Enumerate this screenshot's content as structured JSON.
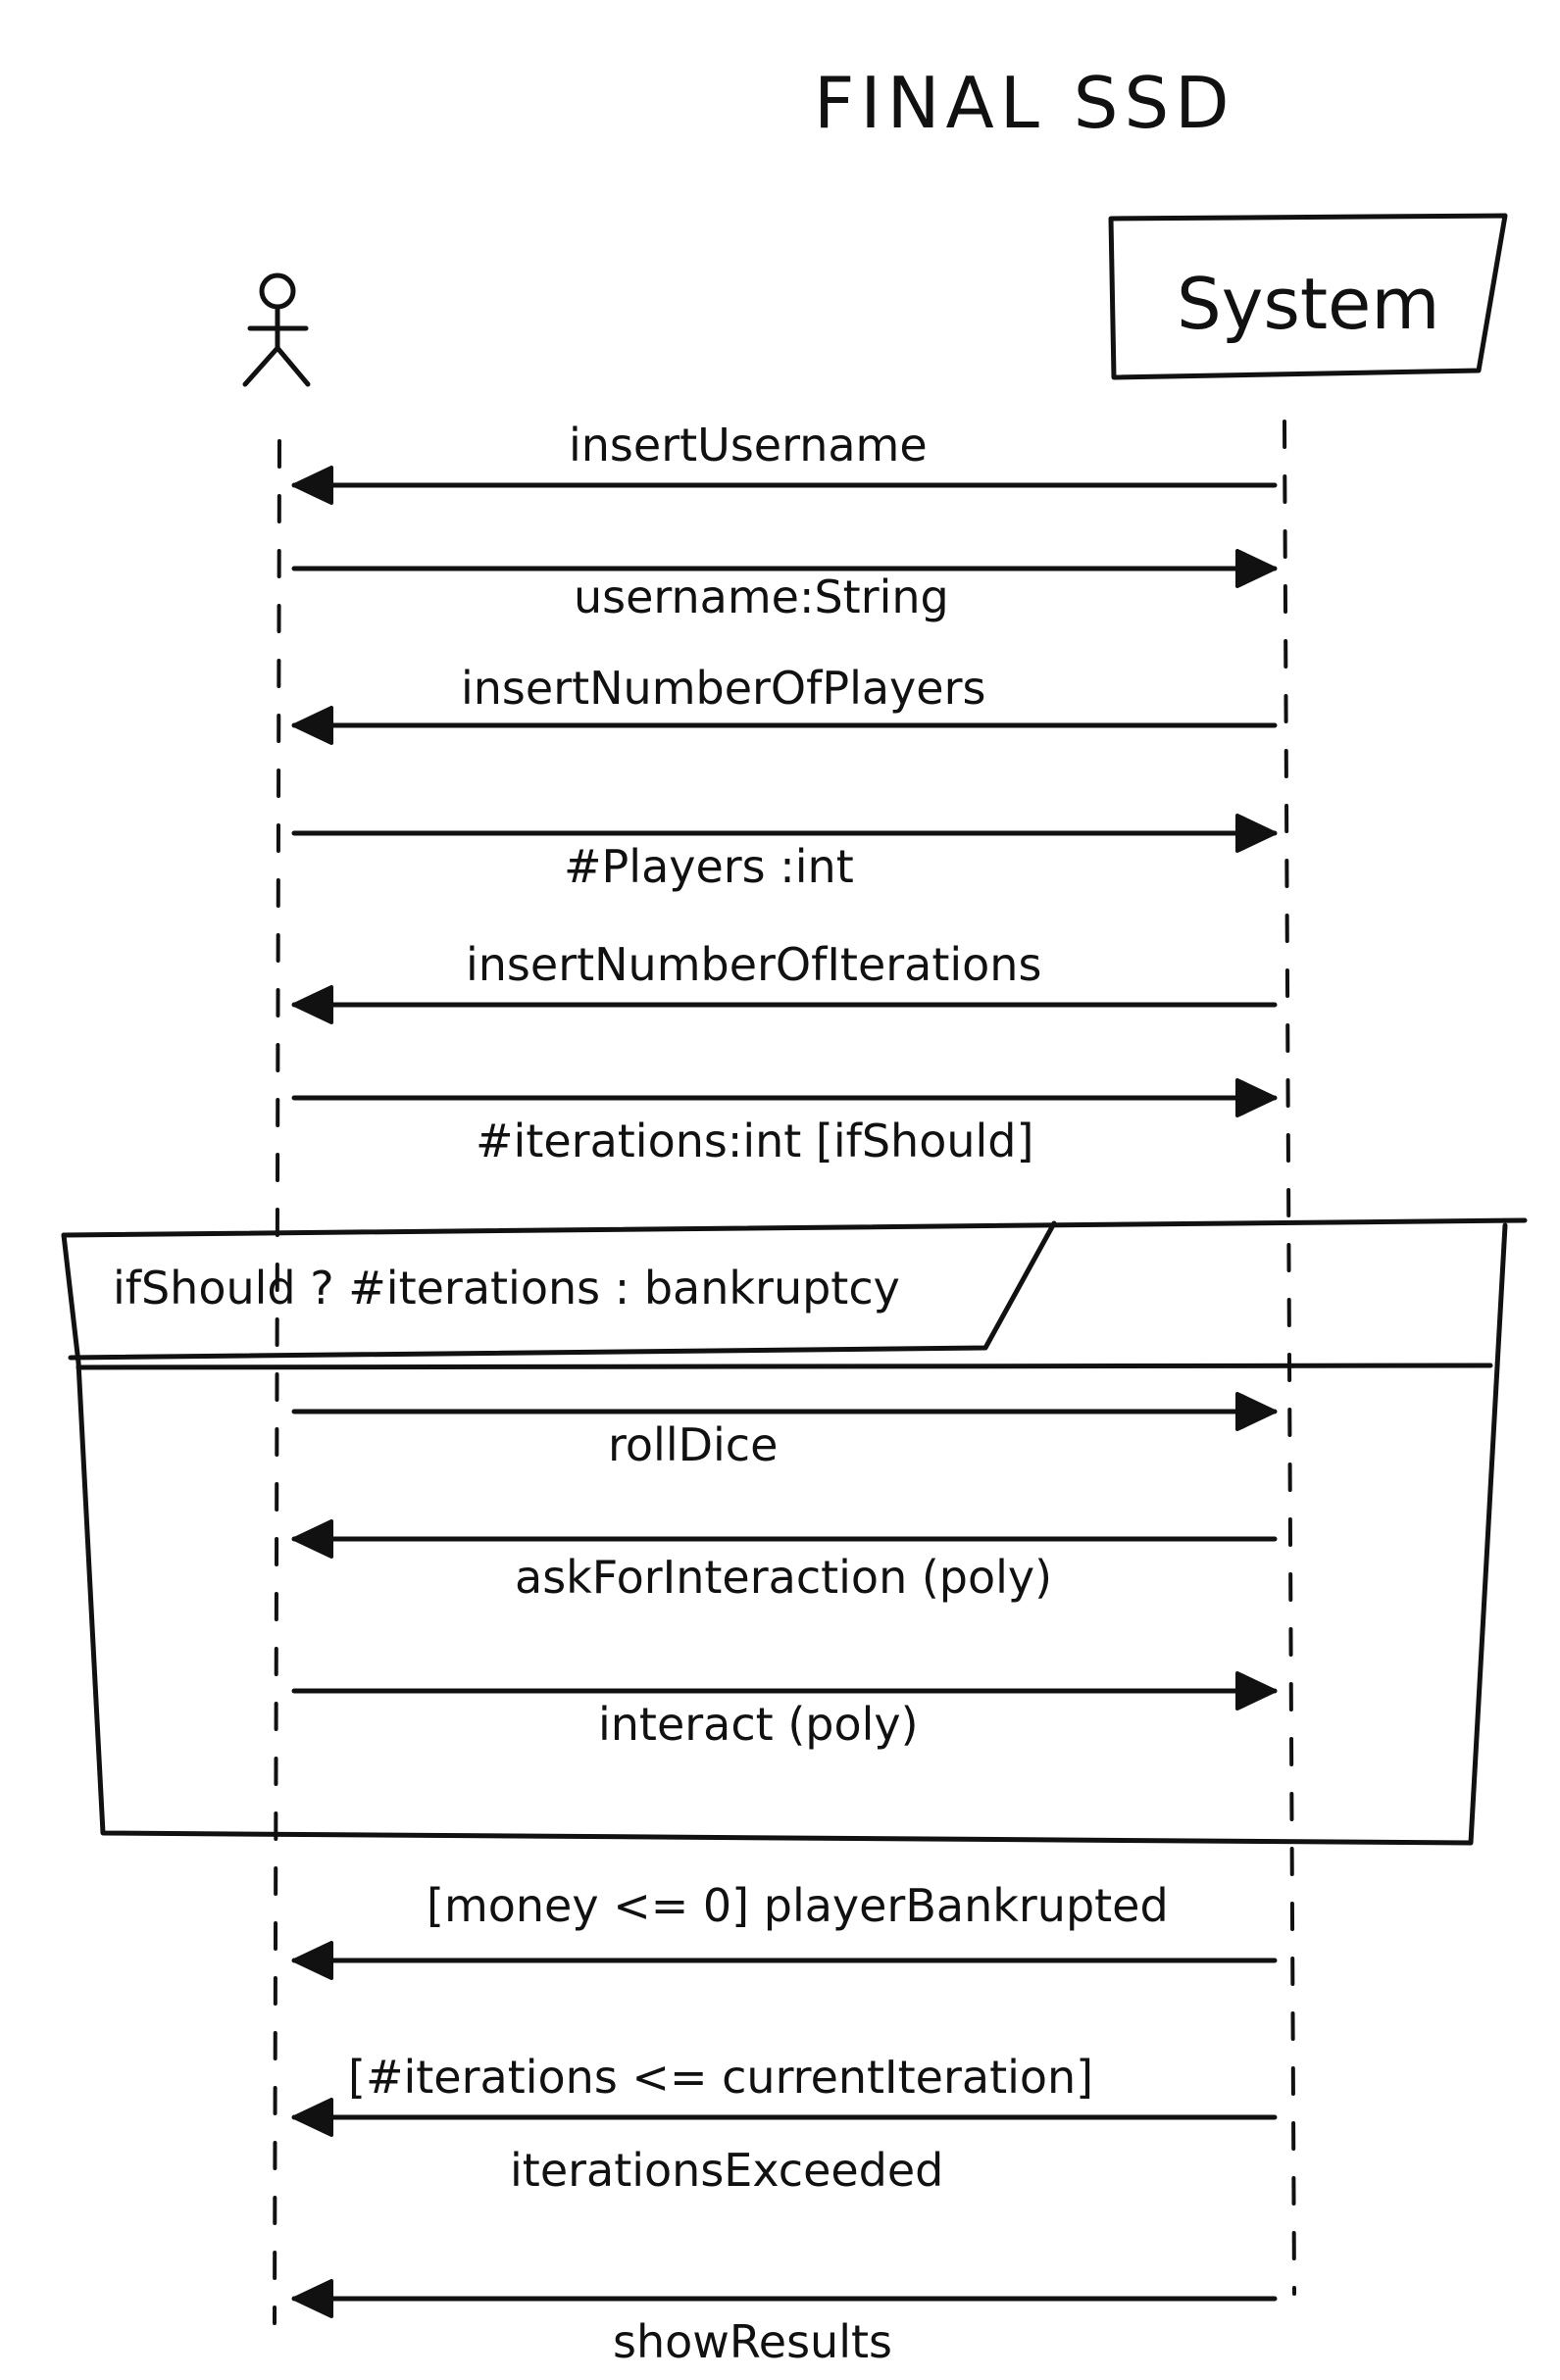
{
  "title": "FINAL SSD",
  "system_label": "System",
  "loop": {
    "guard": "ifShould ? #iterations : bankruptcy"
  },
  "messages": [
    {
      "label": "insertUsername",
      "direction": "to-actor"
    },
    {
      "label": "username:String",
      "direction": "to-system"
    },
    {
      "label": "insertNumberOfPlayers",
      "direction": "to-actor"
    },
    {
      "label": "#Players :int",
      "direction": "to-system"
    },
    {
      "label": "insertNumberOfIterations",
      "direction": "to-actor"
    },
    {
      "label": "#iterations:int [ifShould]",
      "direction": "to-system"
    },
    {
      "label": "rollDice",
      "direction": "to-system",
      "in_loop": true
    },
    {
      "label": "askForInteraction (poly)",
      "direction": "to-actor",
      "in_loop": true
    },
    {
      "label": "interact (poly)",
      "direction": "to-system",
      "in_loop": true
    },
    {
      "label": "[money <= 0] playerBankrupted",
      "direction": "to-actor"
    },
    {
      "label": "[#iterations <= currentIteration]",
      "direction": "to-actor"
    },
    {
      "label": "iterationsExceeded",
      "direction": "to-actor"
    },
    {
      "label": "showResults",
      "direction": "to-actor"
    }
  ]
}
